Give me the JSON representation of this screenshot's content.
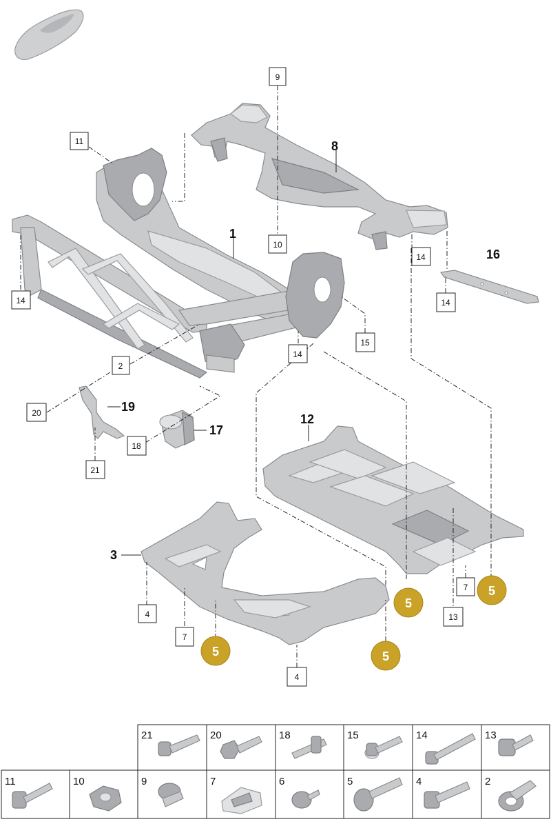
{
  "callouts": {
    "main": [
      {
        "id": "1",
        "text": "1"
      },
      {
        "id": "3",
        "text": "3"
      },
      {
        "id": "8",
        "text": "8"
      },
      {
        "id": "12",
        "text": "12"
      },
      {
        "id": "16",
        "text": "16"
      },
      {
        "id": "17",
        "text": "17"
      },
      {
        "id": "19",
        "text": "19"
      }
    ],
    "boxed": [
      {
        "id": "9",
        "text": "9"
      },
      {
        "id": "10",
        "text": "10"
      },
      {
        "id": "11",
        "text": "11"
      },
      {
        "id": "14a",
        "text": "14"
      },
      {
        "id": "14b",
        "text": "14"
      },
      {
        "id": "14c",
        "text": "14"
      },
      {
        "id": "14d",
        "text": "14"
      },
      {
        "id": "15",
        "text": "15"
      },
      {
        "id": "2",
        "text": "2"
      },
      {
        "id": "20",
        "text": "20"
      },
      {
        "id": "18",
        "text": "18"
      },
      {
        "id": "21",
        "text": "21"
      },
      {
        "id": "4a",
        "text": "4"
      },
      {
        "id": "4b",
        "text": "4"
      },
      {
        "id": "7a",
        "text": "7"
      },
      {
        "id": "7b",
        "text": "7"
      },
      {
        "id": "13",
        "text": "13"
      }
    ],
    "badges": [
      {
        "id": "5a",
        "text": "5"
      },
      {
        "id": "5b",
        "text": "5"
      },
      {
        "id": "5c",
        "text": "5"
      },
      {
        "id": "5d",
        "text": "5"
      }
    ]
  },
  "fastener_table": {
    "row1": [
      "21",
      "20",
      "18",
      "15",
      "14",
      "13"
    ],
    "row2": [
      "11",
      "10",
      "9",
      "7",
      "6",
      "5",
      "4",
      "2"
    ]
  },
  "colors": {
    "badge_fill": "#c9a227",
    "part_gray": "#c9cacc"
  }
}
